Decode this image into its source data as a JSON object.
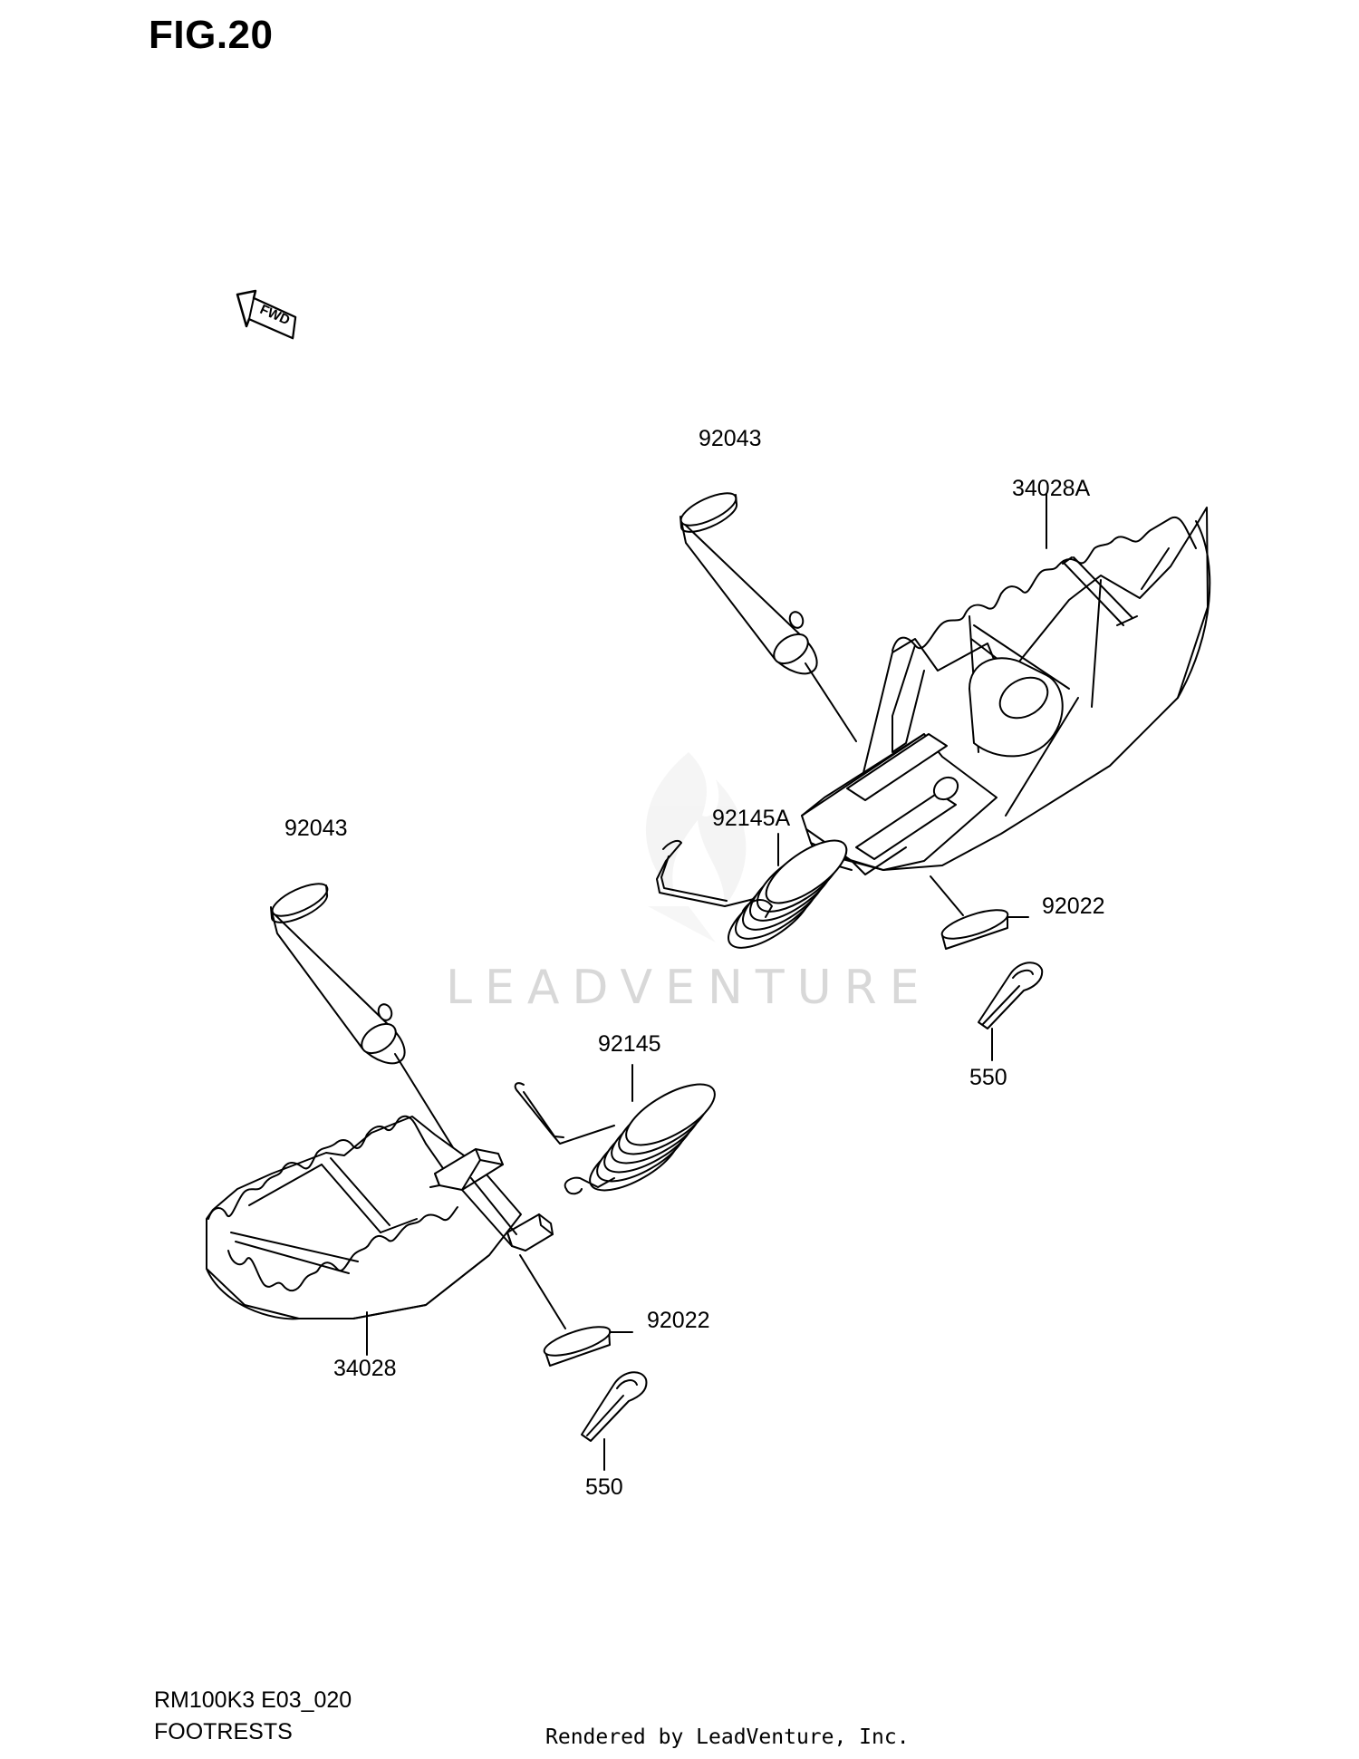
{
  "figure": {
    "title": "FIG.20"
  },
  "direction_badge": {
    "text": "FWD"
  },
  "watermark": {
    "text": "LEADVENTURE"
  },
  "part_labels": [
    {
      "id": "pin-upper",
      "text": "92043"
    },
    {
      "id": "footrest-right",
      "text": "34028A"
    },
    {
      "id": "spring-right",
      "text": "92145A"
    },
    {
      "id": "washer-right",
      "text": "92022"
    },
    {
      "id": "cotter-right",
      "text": "550"
    },
    {
      "id": "pin-lower",
      "text": "92043"
    },
    {
      "id": "spring-left",
      "text": "92145"
    },
    {
      "id": "washer-left",
      "text": "92022"
    },
    {
      "id": "footrest-left",
      "text": "34028"
    },
    {
      "id": "cotter-left",
      "text": "550"
    }
  ],
  "footer": {
    "code": "RM100K3 E03_020",
    "title": "FOOTRESTS",
    "credit": "Rendered by LeadVenture, Inc."
  }
}
